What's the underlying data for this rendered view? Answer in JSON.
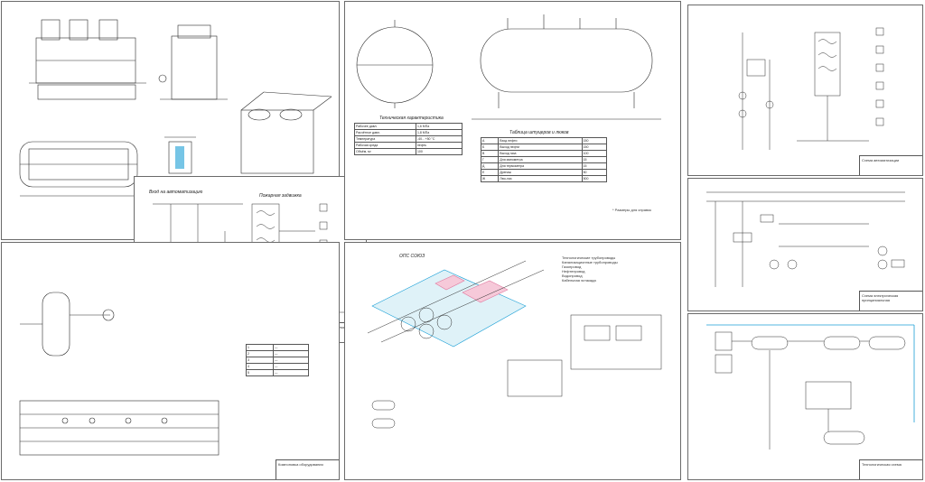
{
  "colors": {
    "line": "#2a2a2a",
    "accent": "#1a9fd6",
    "pink": "#e07aa0",
    "sheet_border": "#6a6a6a"
  },
  "sheets": {
    "tank": {
      "title": "Техническая характеристика",
      "rows": [
        {
          "k": "Рабочее давл.",
          "v": "1,6 МПа"
        },
        {
          "k": "Расчётное давл.",
          "v": "1,8 МПа"
        },
        {
          "k": "Температура",
          "v": "-40…+50 °С"
        },
        {
          "k": "Рабочая среда",
          "v": "нефть"
        },
        {
          "k": "Объём, м³",
          "v": "100"
        }
      ]
    },
    "nozzles": {
      "title": "Таблица штуцеров и люков",
      "rows": [
        {
          "n": "А",
          "name": "Вход нефти",
          "dn": "150"
        },
        {
          "n": "Б",
          "name": "Выход нефти",
          "dn": "150"
        },
        {
          "n": "В",
          "name": "Выход газа",
          "dn": "100"
        },
        {
          "n": "Г",
          "name": "Для манометра",
          "dn": "15"
        },
        {
          "n": "Д",
          "name": "Для термометра",
          "dn": "15"
        },
        {
          "n": "Е",
          "name": "Дренаж",
          "dn": "50"
        },
        {
          "n": "Ж",
          "name": "Люк-лаз",
          "dn": "500"
        }
      ],
      "note": "* Размеры для справок"
    },
    "plan": {
      "title": "ОПС СОЮЗ",
      "legend": [
        "Технологические трубопроводы",
        "Канализационные трубопроводы",
        "Газопровод",
        "Нефтепровод",
        "Водопровод",
        "Кабельная эстакада"
      ]
    },
    "scheme": {
      "caption": "Пожарная задвижка",
      "input_label": "Вход на автоматизацию"
    },
    "title_blocks": [
      "Компоновка оборудования",
      "Принципиальная схема автоматизации",
      "Схема электрическая принципиальная",
      "Технологическая схема",
      "Схема автоматизации"
    ]
  }
}
